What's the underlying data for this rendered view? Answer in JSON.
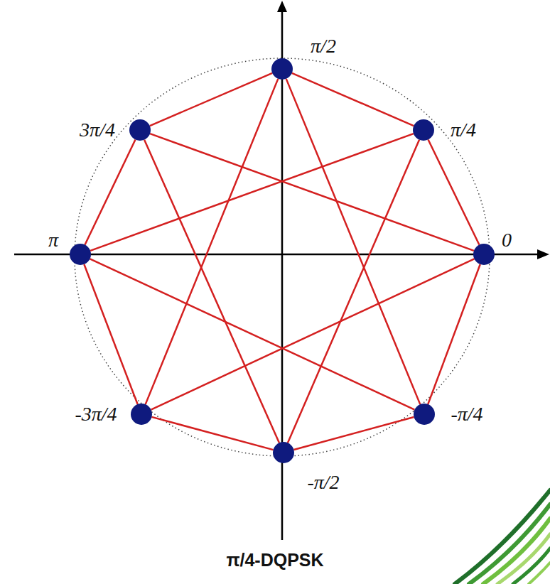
{
  "diagram": {
    "title": "π/4-DQPSK",
    "nodes": [
      {
        "text": [
          "π/2"
        ]
      },
      {
        "text": [
          "3π/4"
        ]
      },
      {
        "text": [
          "π/4"
        ]
      },
      {
        "text": [
          "π"
        ]
      },
      {
        "text": [
          "0"
        ]
      },
      {
        "text": [
          "-3π/4"
        ]
      },
      {
        "text": [
          "-π/4"
        ]
      },
      {
        "text": [
          "-π/2"
        ]
      }
    ],
    "edges": [
      {
        "from": 4,
        "to": 2,
        "arrow": "none"
      },
      {
        "from": 2,
        "to": 0,
        "arrow": "none"
      },
      {
        "from": 0,
        "to": 1,
        "arrow": "none"
      },
      {
        "from": 1,
        "to": 3,
        "arrow": "none"
      },
      {
        "from": 3,
        "to": 5,
        "arrow": "none"
      },
      {
        "from": 5,
        "to": 7,
        "arrow": "none"
      },
      {
        "from": 7,
        "to": 6,
        "arrow": "none"
      },
      {
        "from": 6,
        "to": 4,
        "arrow": "none"
      },
      {
        "from": 4,
        "to": 1,
        "arrow": "none"
      },
      {
        "from": 2,
        "to": 3,
        "arrow": "none"
      },
      {
        "from": 0,
        "to": 5,
        "arrow": "none"
      },
      {
        "from": 1,
        "to": 7,
        "arrow": "none"
      },
      {
        "from": 3,
        "to": 6,
        "arrow": "none"
      },
      {
        "from": 5,
        "to": 4,
        "arrow": "none"
      },
      {
        "from": 7,
        "to": 2,
        "arrow": "none"
      },
      {
        "from": 6,
        "to": 0,
        "arrow": "none"
      }
    ]
  }
}
